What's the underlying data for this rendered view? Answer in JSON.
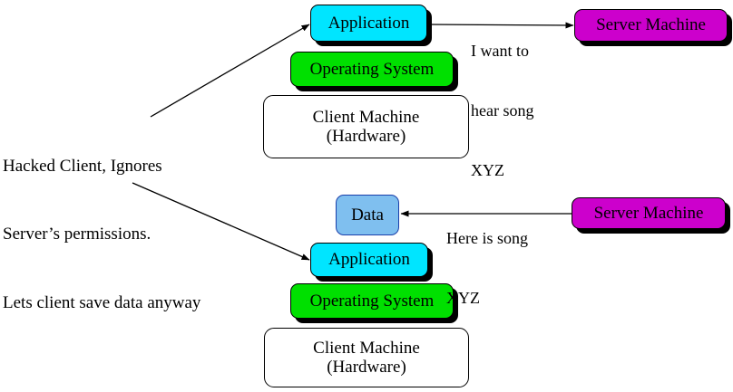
{
  "diagram": {
    "title": "Hacked client ignoring server permissions",
    "colors": {
      "application": "#00e5ff",
      "operating_system": "#00e000",
      "hardware": "#ffffff",
      "server": "#cc00cc",
      "data": "#7fbfef",
      "outline": "#000000",
      "data_outline": "#1a3faa"
    }
  },
  "annotation": {
    "line1": "Hacked Client, Ignores",
    "line2": "Server’s permissions.",
    "line3": "Lets client save data anyway"
  },
  "top_stack": {
    "application": "Application",
    "operating_system": "Operating System",
    "hardware_line1": "Client Machine",
    "hardware_line2": "(Hardware)"
  },
  "bottom_stack": {
    "data": "Data",
    "application": "Application",
    "operating_system": "Operating System",
    "hardware_line1": "Client Machine",
    "hardware_line2": "(Hardware)"
  },
  "top_server": {
    "label": "Server Machine"
  },
  "bottom_server": {
    "label": "Server Machine"
  },
  "request_message": {
    "line1": "I want to",
    "line2": "hear song",
    "line3": "XYZ"
  },
  "response_message": {
    "line1": "Here is song",
    "line2": "XYZ"
  }
}
